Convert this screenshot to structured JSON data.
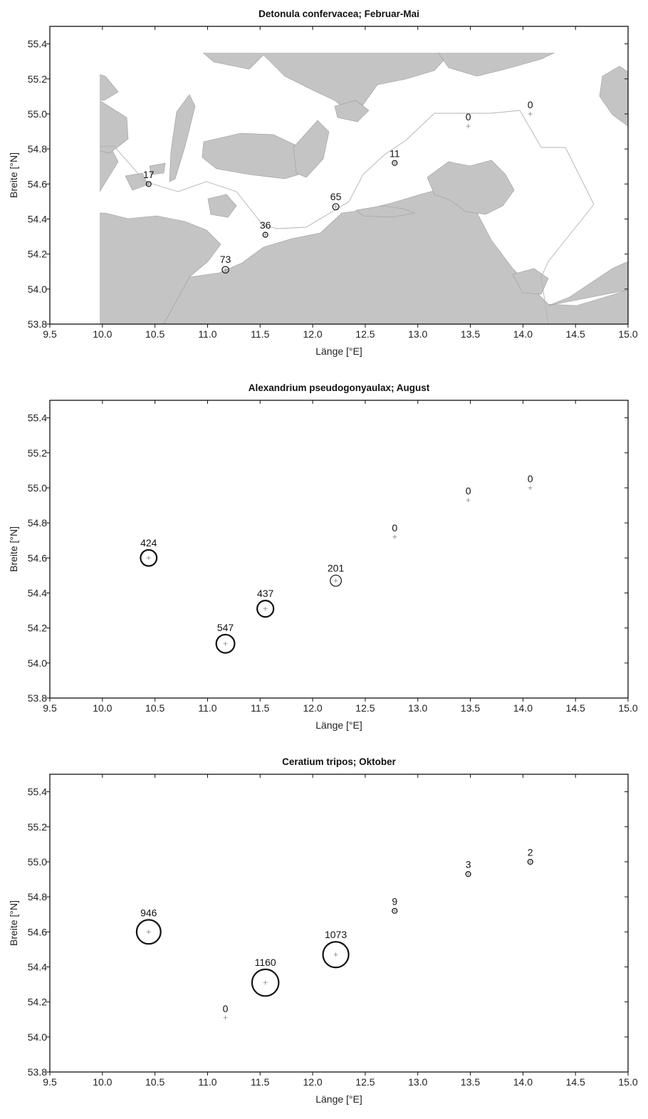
{
  "axes": {
    "x_label": "Länge [°E]",
    "y_label": "Breite [°N]",
    "x_range": [
      9.5,
      15.0
    ],
    "y_range": [
      53.8,
      55.5
    ],
    "x_ticks": [
      "9.5",
      "10.0",
      "10.5",
      "11.0",
      "11.5",
      "12.0",
      "12.5",
      "13.0",
      "13.5",
      "14.0",
      "14.5",
      "15.0"
    ],
    "y_ticks": [
      "53.8",
      "54.0",
      "54.2",
      "54.4",
      "54.6",
      "54.8",
      "55.0",
      "55.2",
      "55.4"
    ]
  },
  "colors": {
    "land": "#c4c4c4",
    "water": "#ffffff",
    "route": "#b3b3b3",
    "marker": "#111111"
  },
  "maps": [
    {
      "title": "Detonula confervacea; Februar-Mai",
      "stations": [
        {
          "lon": 10.44,
          "lat": 54.6,
          "value": 17
        },
        {
          "lon": 11.17,
          "lat": 54.11,
          "value": 73
        },
        {
          "lon": 11.55,
          "lat": 54.31,
          "value": 36
        },
        {
          "lon": 12.22,
          "lat": 54.47,
          "value": 65
        },
        {
          "lon": 12.78,
          "lat": 54.72,
          "value": 11
        },
        {
          "lon": 13.48,
          "lat": 54.93,
          "value": 0
        },
        {
          "lon": 14.07,
          "lat": 55.0,
          "value": 0
        }
      ]
    },
    {
      "title": "Alexandrium pseudogonyaulax; August",
      "stations": [
        {
          "lon": 10.44,
          "lat": 54.6,
          "value": 424
        },
        {
          "lon": 11.17,
          "lat": 54.11,
          "value": 547
        },
        {
          "lon": 11.55,
          "lat": 54.31,
          "value": 437
        },
        {
          "lon": 12.22,
          "lat": 54.47,
          "value": 201
        },
        {
          "lon": 12.78,
          "lat": 54.72,
          "value": 0
        },
        {
          "lon": 13.48,
          "lat": 54.93,
          "value": 0
        },
        {
          "lon": 14.07,
          "lat": 55.0,
          "value": 0
        }
      ]
    },
    {
      "title": "Ceratium tripos; Oktober",
      "stations": [
        {
          "lon": 10.44,
          "lat": 54.6,
          "value": 946
        },
        {
          "lon": 11.17,
          "lat": 54.11,
          "value": 0
        },
        {
          "lon": 11.55,
          "lat": 54.31,
          "value": 1160
        },
        {
          "lon": 12.22,
          "lat": 54.47,
          "value": 1073
        },
        {
          "lon": 12.78,
          "lat": 54.72,
          "value": 9
        },
        {
          "lon": 13.48,
          "lat": 54.93,
          "value": 3
        },
        {
          "lon": 14.07,
          "lat": 55.0,
          "value": 2
        }
      ]
    }
  ]
}
